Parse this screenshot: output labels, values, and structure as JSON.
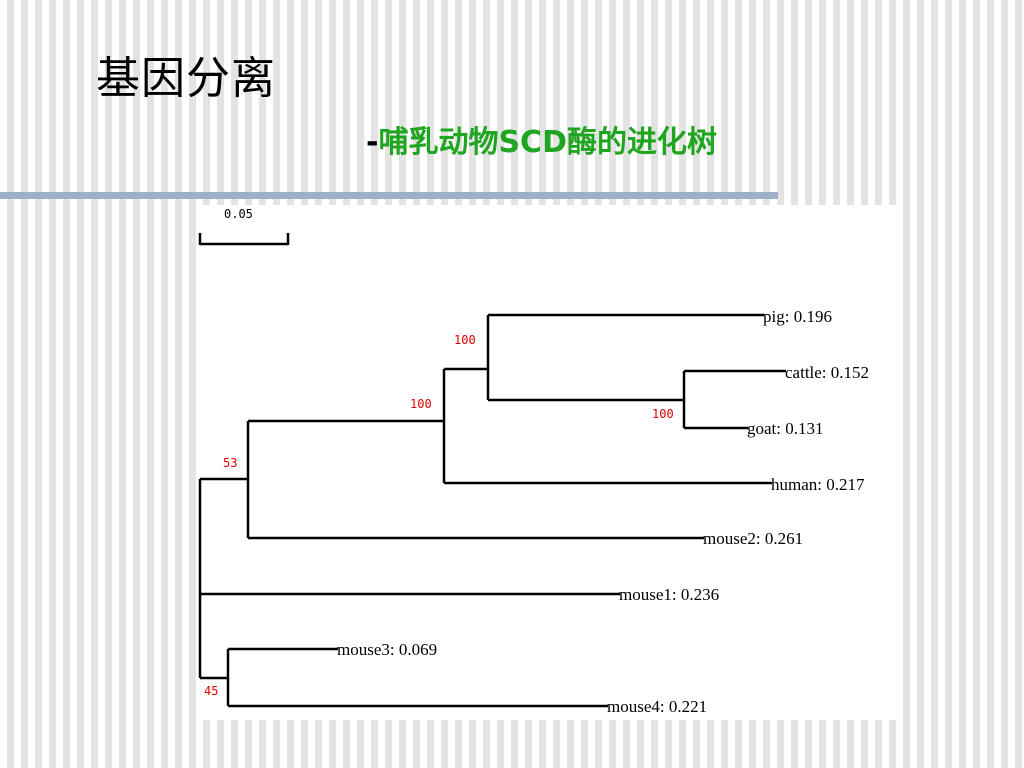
{
  "slide": {
    "title": "基因分离",
    "subtitle_prefix": "-",
    "subtitle": "哺乳动物SCD酶的进化树"
  },
  "tree": {
    "scale_bar_label": "0.05",
    "leaves": [
      {
        "id": "pig",
        "label": "pig: 0.196"
      },
      {
        "id": "cattle",
        "label": "cattle: 0.152"
      },
      {
        "id": "goat",
        "label": "goat: 0.131"
      },
      {
        "id": "human",
        "label": "human: 0.217"
      },
      {
        "id": "mouse2",
        "label": "mouse2: 0.261"
      },
      {
        "id": "mouse1",
        "label": "mouse1: 0.236"
      },
      {
        "id": "mouse3",
        "label": "mouse3: 0.069"
      },
      {
        "id": "mouse4",
        "label": "mouse4: 0.221"
      }
    ],
    "support_values": [
      {
        "node": "pig-cattle-goat",
        "value": "100"
      },
      {
        "node": "pig-cattle-goat-human",
        "value": "100"
      },
      {
        "node": "cattle-goat",
        "value": "100"
      },
      {
        "node": "with-mouse2",
        "value": "53"
      },
      {
        "node": "mouse3-mouse4",
        "value": "45"
      }
    ]
  }
}
